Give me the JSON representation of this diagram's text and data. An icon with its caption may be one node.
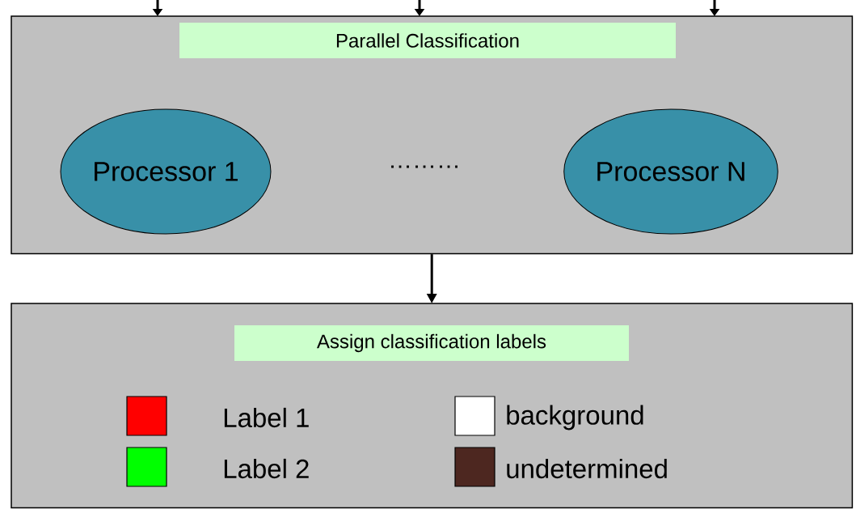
{
  "diagram": {
    "nodes": [
      {
        "text": [
          "Parallel Classification"
        ]
      },
      {
        "text": [
          "Processor 1"
        ],
        "in": 0
      },
      {
        "text": [
          "Processor N"
        ],
        "in": 0
      },
      {
        "text": [
          "Assign classification labels"
        ]
      }
    ],
    "edges": [
      {
        "from": null,
        "to": 0,
        "arrow": "to"
      },
      {
        "from": null,
        "to": 0,
        "arrow": "to"
      },
      {
        "from": null,
        "to": 0,
        "arrow": "to"
      },
      {
        "from": 0,
        "to": 3,
        "arrow": "to"
      }
    ],
    "labels": [
      "………"
    ],
    "legend": [
      {
        "text": "Label 1",
        "color": "#ff0000"
      },
      {
        "text": "background",
        "color": "#ffffff"
      },
      {
        "text": "Label 2",
        "color": "#00ff00"
      },
      {
        "text": "undetermined",
        "color": "#4d2720"
      }
    ]
  }
}
